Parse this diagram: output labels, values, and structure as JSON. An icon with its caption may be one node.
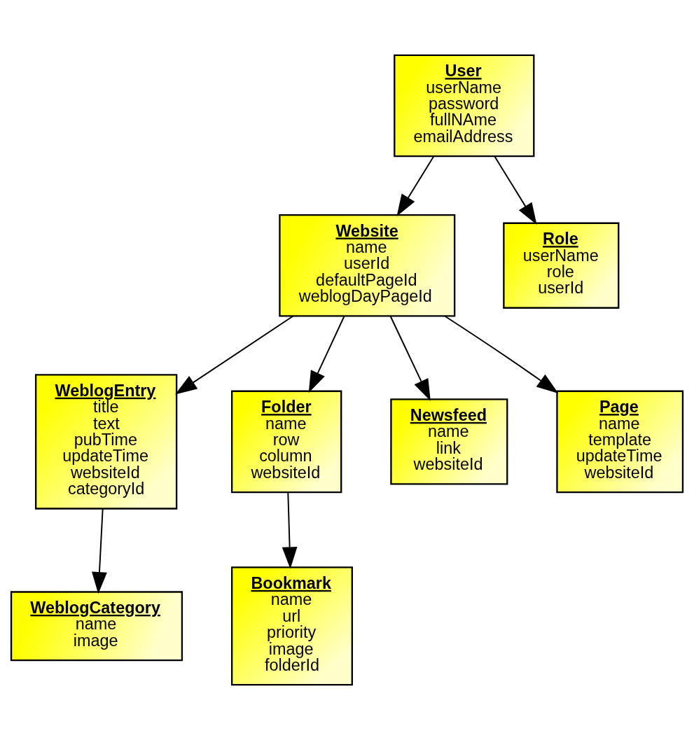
{
  "diagram": {
    "nodes": [
      {
        "text": [
          "User",
          "userName",
          "password",
          "fullNAme",
          "emailAddress"
        ]
      },
      {
        "text": [
          "Website",
          "name",
          "userId",
          "defaultPageId",
          "weblogDayPageId"
        ]
      },
      {
        "text": [
          "Role",
          "userName",
          "role",
          "userId"
        ]
      },
      {
        "text": [
          "WeblogEntry",
          "title",
          "text",
          "pubTime",
          "updateTime",
          "websiteId",
          "categoryId"
        ]
      },
      {
        "text": [
          "Folder",
          "name",
          "row",
          "column",
          "websiteId"
        ]
      },
      {
        "text": [
          "Newsfeed",
          "name",
          "link",
          "websiteId"
        ]
      },
      {
        "text": [
          "Page",
          "name",
          "template",
          "updateTime",
          "websiteId"
        ]
      },
      {
        "text": [
          "WeblogCategory",
          "name",
          "image"
        ]
      },
      {
        "text": [
          "Bookmark",
          "name",
          "url",
          "priority",
          "image",
          "folderId"
        ]
      }
    ],
    "edges": [
      {
        "from": 0,
        "to": 1,
        "arrow": "to"
      },
      {
        "from": 0,
        "to": 2,
        "arrow": "to"
      },
      {
        "from": 1,
        "to": 3,
        "arrow": "to"
      },
      {
        "from": 1,
        "to": 4,
        "arrow": "to"
      },
      {
        "from": 1,
        "to": 5,
        "arrow": "to"
      },
      {
        "from": 1,
        "to": 6,
        "arrow": "to"
      },
      {
        "from": 3,
        "to": 7,
        "arrow": "to"
      },
      {
        "from": 4,
        "to": 8,
        "arrow": "to"
      }
    ]
  }
}
